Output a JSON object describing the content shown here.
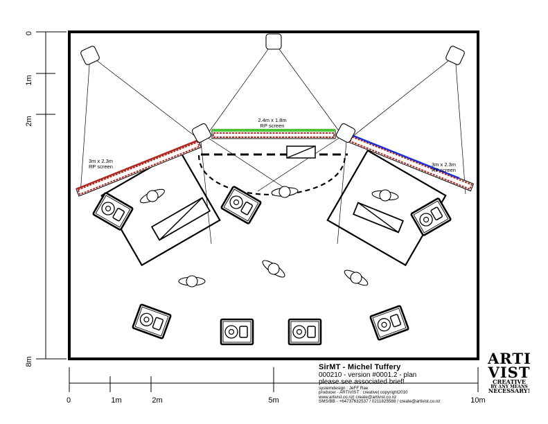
{
  "diagram": {
    "vertical_ruler": {
      "labels": [
        "0",
        "1m",
        "2m",
        "8m"
      ]
    },
    "horizontal_ruler": {
      "labels": [
        "0",
        "1m",
        "2m",
        "5m",
        "10m"
      ]
    },
    "screens": {
      "left": {
        "size": "3m x 2.3m",
        "type": "RP screen",
        "color": "#b02a22"
      },
      "center": {
        "size": "2.4m x 1.8m",
        "type": "RP screen",
        "color": "#4ec43a"
      },
      "right": {
        "size": "3m x 2.3m",
        "type": "RP screen",
        "color": "#1a2fd6"
      }
    }
  },
  "title_block": {
    "title": "SirMT - Michel  Tuffery",
    "version_line": "000210 - version #0001.2 - plan",
    "note_line": "please see associated brief!",
    "design_line": "systemdesign : JeFF Rae",
    "producer_line": "producer - ARTIVIST : creative| copyright2010",
    "web_line": "www.artivist.co.nz| create@artivist.co.nz",
    "phone_line": "SMS/BB - +64737632537 / 0211825588 / create@artivist.co.nz"
  },
  "logo": {
    "line1": "ARTI",
    "line2": "VIST",
    "line3": "CREATIVE",
    "line4": "BY ANY MEANS",
    "line5": "NECESSARY!"
  }
}
